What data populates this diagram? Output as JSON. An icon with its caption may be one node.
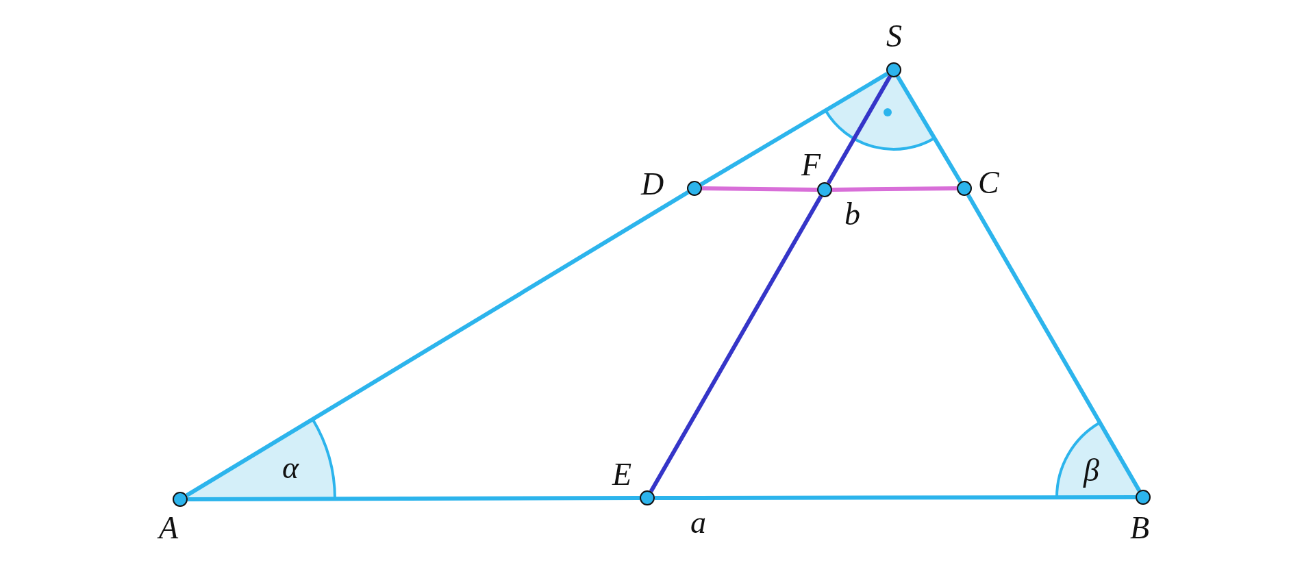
{
  "diagram": {
    "nodes": [
      {
        "text": [
          "S"
        ]
      },
      {
        "text": [
          "D"
        ]
      },
      {
        "text": [
          "F"
        ]
      },
      {
        "text": [
          "C"
        ]
      },
      {
        "text": [
          "A"
        ]
      },
      {
        "text": [
          "E"
        ]
      },
      {
        "text": [
          "B"
        ]
      }
    ],
    "edges": [
      {
        "from": 4,
        "to": 5,
        "arrow": "none"
      },
      {
        "from": 5,
        "to": 6,
        "arrow": "none"
      },
      {
        "from": 4,
        "to": 1,
        "arrow": "none"
      },
      {
        "from": 1,
        "to": 0,
        "arrow": "none"
      },
      {
        "from": 0,
        "to": 3,
        "arrow": "none"
      },
      {
        "from": 3,
        "to": 6,
        "arrow": "none"
      },
      {
        "from": 1,
        "to": 2,
        "arrow": "none",
        "color": "#d86ed8"
      },
      {
        "from": 2,
        "to": 3,
        "arrow": "none",
        "color": "#d86ed8"
      },
      {
        "from": 5,
        "to": 2,
        "arrow": "none",
        "color": "#3535c8"
      },
      {
        "from": 2,
        "to": 0,
        "arrow": "none",
        "color": "#3535c8"
      }
    ],
    "labels": [
      "α",
      "β",
      "b",
      "a"
    ]
  }
}
